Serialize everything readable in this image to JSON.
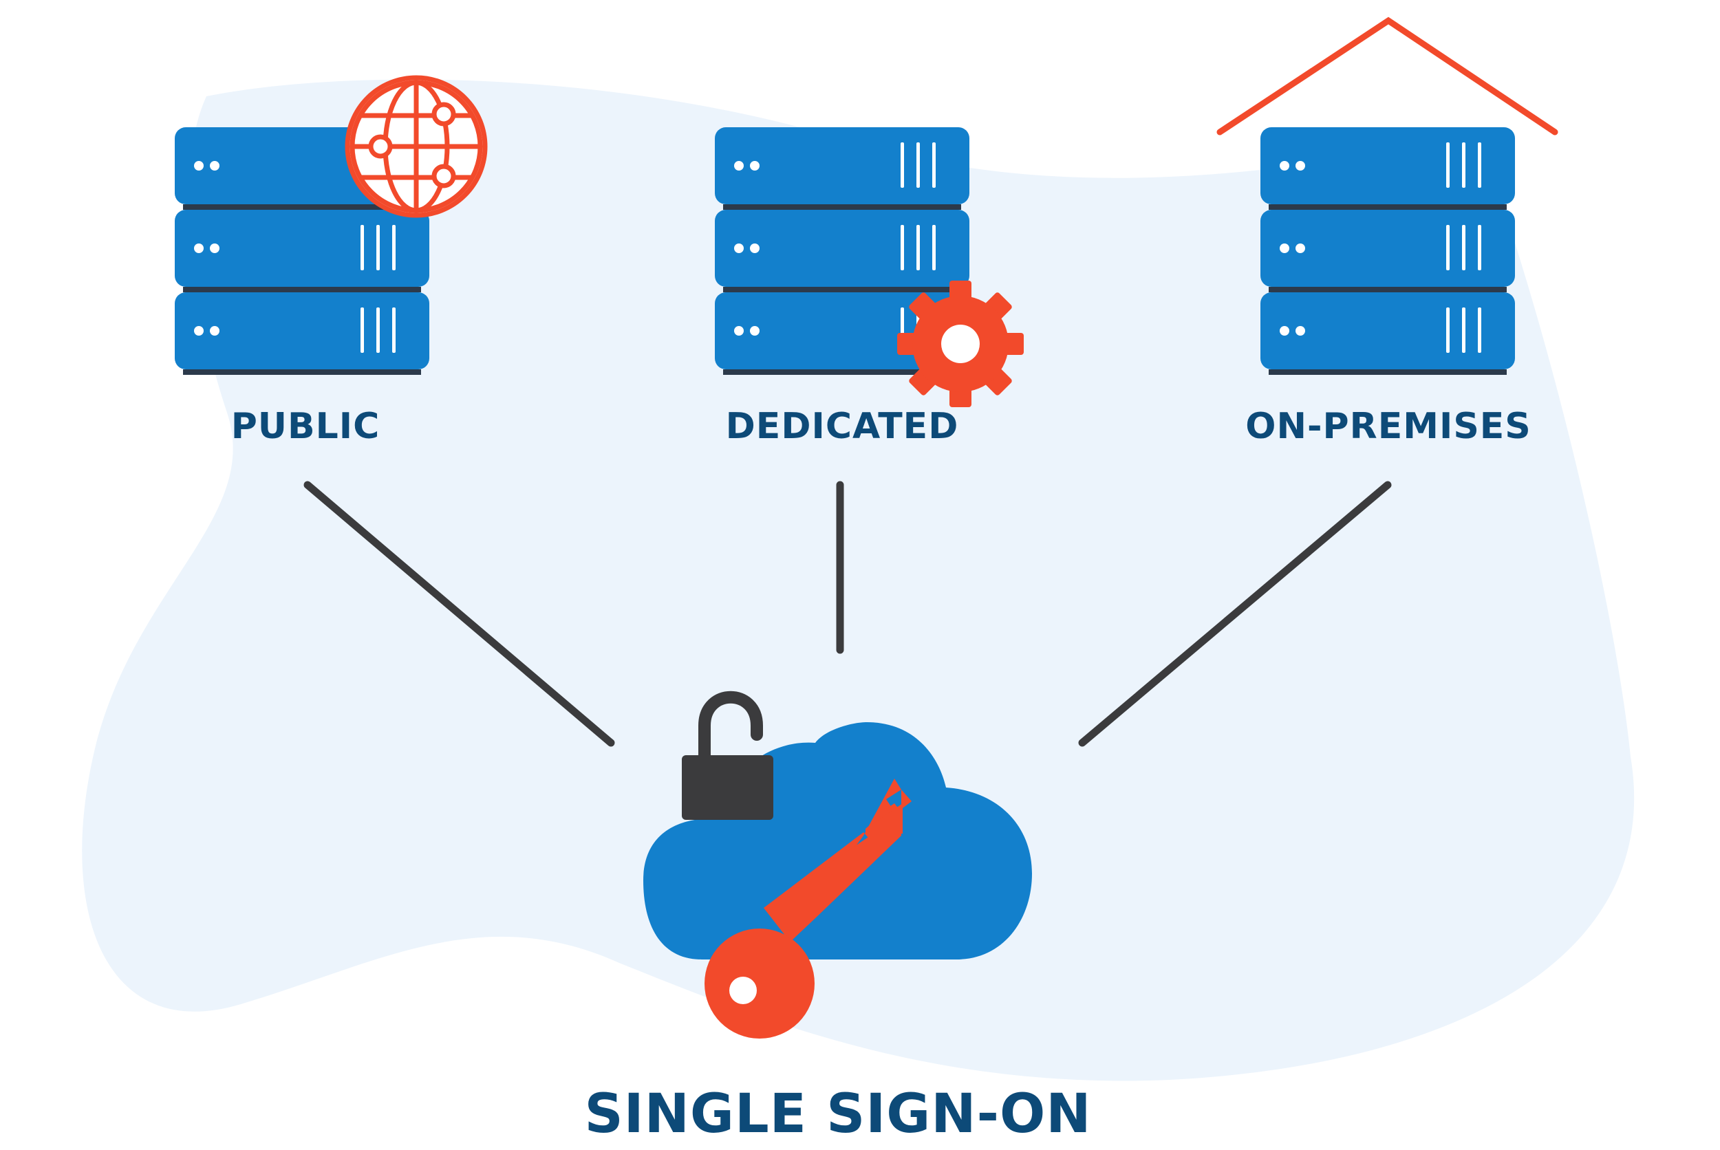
{
  "diagram": {
    "title": "SINGLE SIGN-ON",
    "nodes": [
      {
        "id": "public",
        "label": "PUBLIC",
        "badge": "globe-icon"
      },
      {
        "id": "dedicated",
        "label": "DEDICATED",
        "badge": "gear-icon"
      },
      {
        "id": "on-premises",
        "label": "ON-PREMISES",
        "badge": "house-roof-icon"
      }
    ],
    "center": {
      "icons": [
        "cloud-icon",
        "padlock-icon",
        "key-icon"
      ]
    },
    "colors": {
      "server": "#1380cc",
      "accent": "#f24a2b",
      "text": "#0d4a78",
      "connector": "#3b3b3d",
      "background_blob": "#ecf4fc"
    }
  }
}
